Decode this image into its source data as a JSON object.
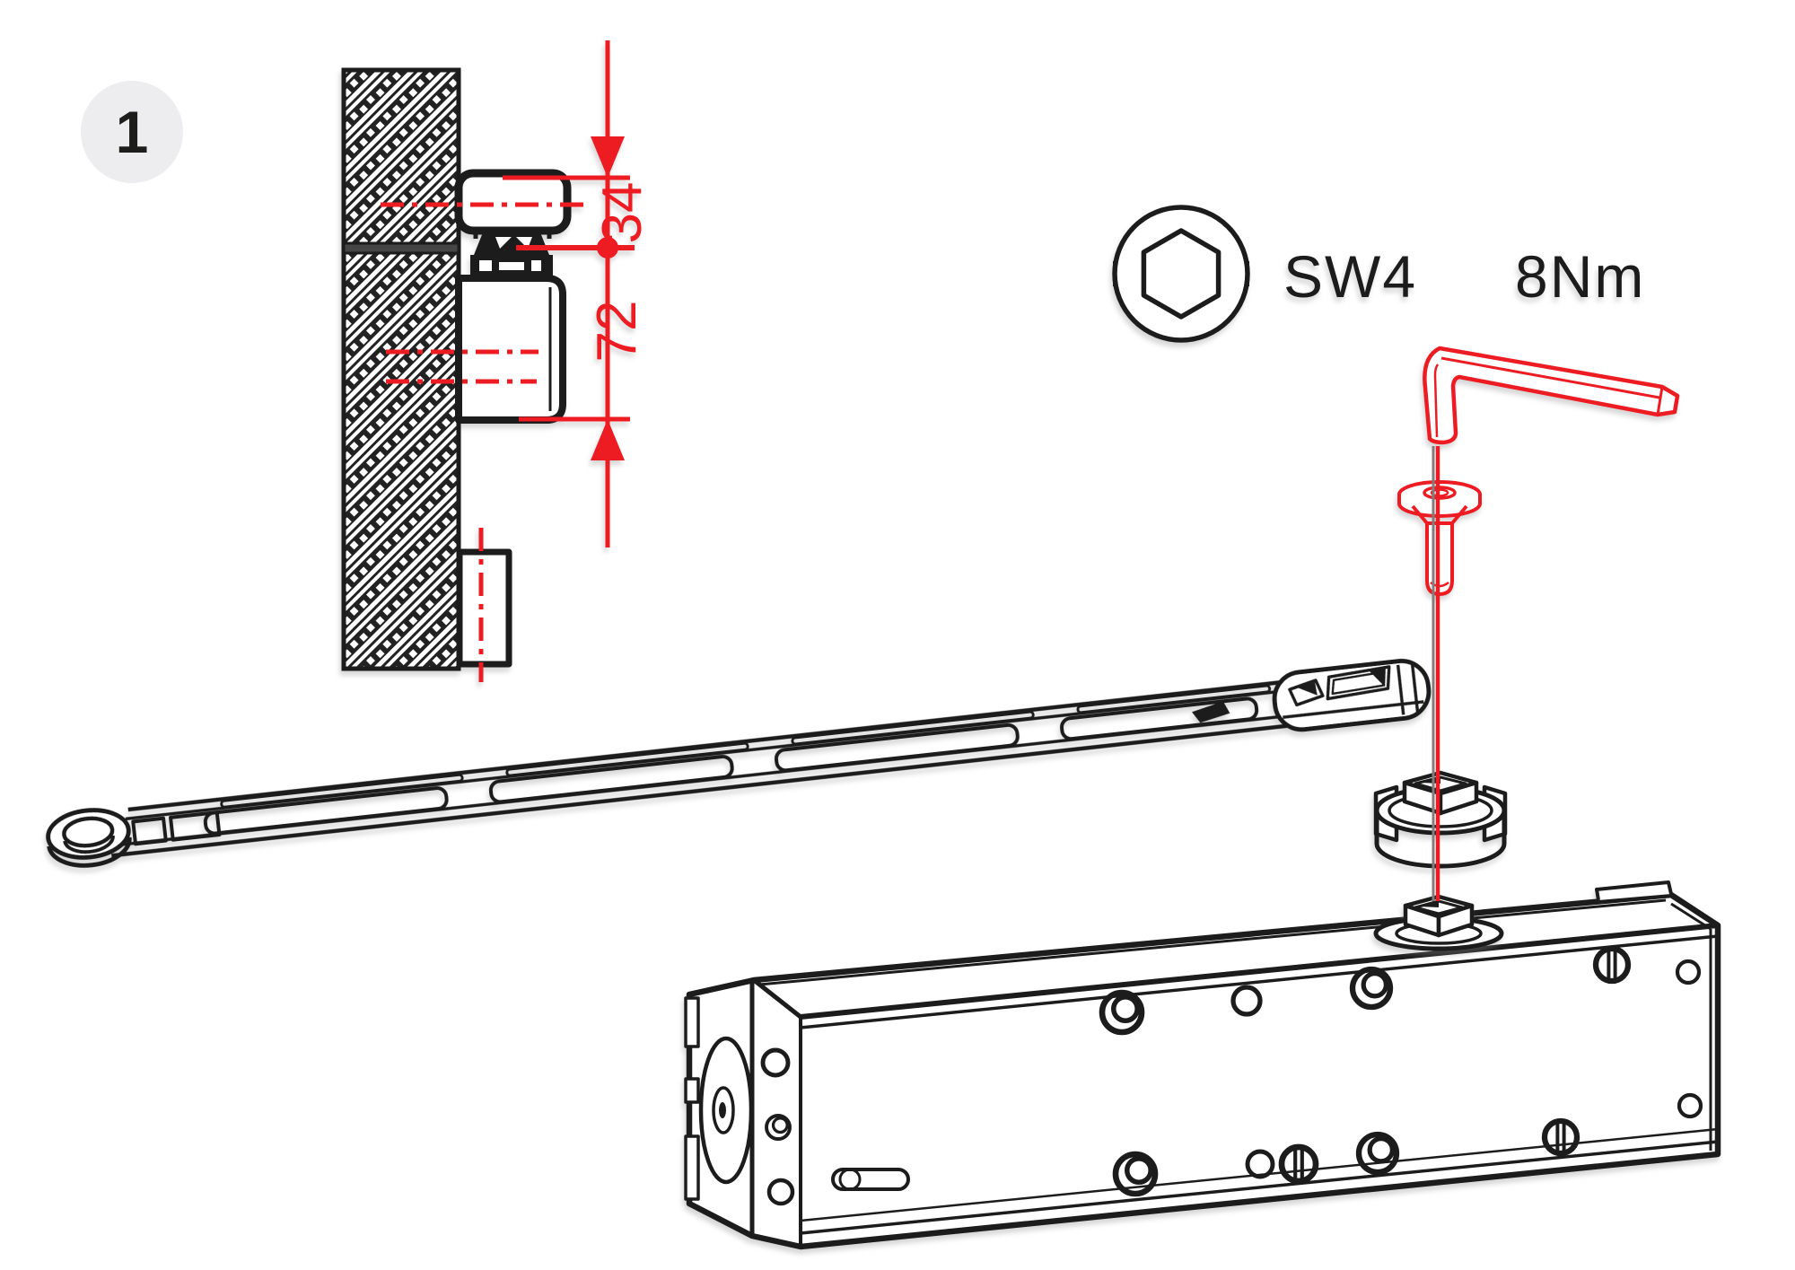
{
  "step_badge": {
    "number": "1"
  },
  "section_view": {
    "dimension_top_label": "34",
    "dimension_bottom_label": "72"
  },
  "tool_spec": {
    "wrench_size_label": "SW4",
    "torque_label": "8Nm"
  },
  "icons": {
    "hex_socket_icon": "outlined circle with inscribed hexagon (socket-head top view)",
    "allen_key_icon": "red L-shaped hex key outline",
    "step_badge": "number in light gray circle"
  },
  "colors": {
    "accent_red": "#ed1c24",
    "line_black": "#1d1d1b",
    "badge_background": "#ededef",
    "badge_text": "#1d1d1b",
    "shadow_gray": "#8a8a8a"
  }
}
